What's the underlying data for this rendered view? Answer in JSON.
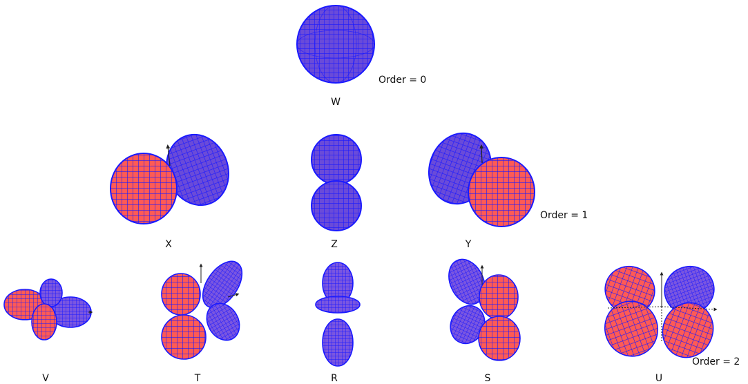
{
  "colors": {
    "mesh_line": "#1a1aff",
    "fill_main": "#ff5a55",
    "fill_dim": "#6a4bd9",
    "axis": "#222222"
  },
  "order_labels": {
    "order0": "Order = 0",
    "order1": "Order = 1",
    "order2": "Order = 2"
  },
  "harmonics": {
    "W": "W",
    "X": "X",
    "Z": "Z",
    "Y": "Y",
    "V": "V",
    "T": "T",
    "R": "R",
    "S": "S",
    "U": "U"
  }
}
